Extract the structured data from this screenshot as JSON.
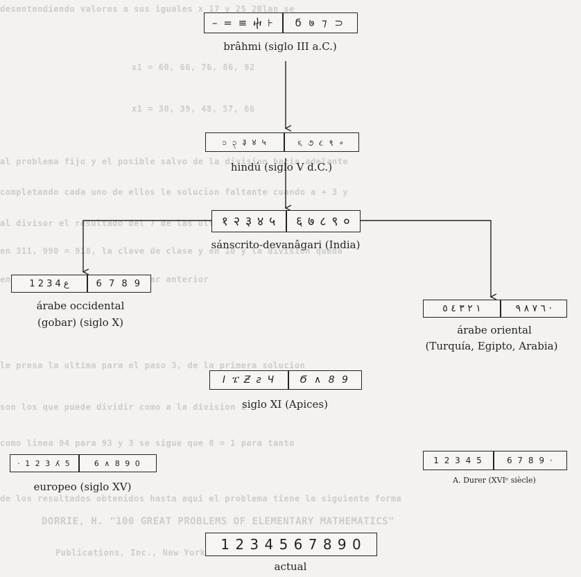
{
  "background_text": [
    "desentendiendo valores a sus iguales x 17 y 25 2Blan se",
    "x1 = 60, 66, 76, 86, 92",
    "x1 = 30, 39, 48, 57, 66",
    "al problema fijo y el posible salvo de la division hacia adelante",
    "completando cada uno de ellos le solucion faltante cuando a + 3 y",
    "al divisor el resultado del 7 de las ultimas de este caso es = 94",
    "en 311, 990 = 918, la clave de clase y en 10 y la division queda",
    "en el siguiente orden de lugar anterior",
    "le presa la ultima para el paso 3, de la primera solucion",
    "son los que puede dividir como a la division 2",
    "como linea 94 para 93 y 3 se sigue que 8 = 1 para tanto",
    "de los resultados obtenidos hasta aqui el problema tiene la siguiente forma",
    "DORRIE, H. \"100 GREAT PROBLEMS OF ELEMENTARY MATHEMATICS\"",
    "Publications, Inc., New York"
  ],
  "numeral_systems": {
    "brahmi": {
      "caption": "brâhmi (siglo III a.C.)",
      "glyphs_left": "– = ≡ ⴕ ⊦",
      "glyphs_right": "ϭ ७ ⁊ ⊃"
    },
    "hindu": {
      "caption": "hindú (siglo V d.C.)",
      "glyphs_left": "၁ ၃ ३ ४ ५",
      "glyphs_right": "૬ ૭ ૮ ९ ∘"
    },
    "sanscrito": {
      "caption": "sánscrito-devanâgari (India)",
      "glyphs_left": "१ २ ३ ४ ५",
      "glyphs_right": "६ ७ ८ ९ ०"
    },
    "arabe_occidental": {
      "caption_line1": "árabe occidental",
      "caption_line2": "(gobar) (siglo X)",
      "glyphs_left": "1 2 3 ع 4",
      "glyphs_right": "6 7 8 9"
    },
    "arabe_oriental": {
      "caption_line1": "árabe oriental",
      "caption_line2": "(Turquía, Egipto, Arabia)",
      "glyphs_left": "١ ٢ ٣ ٤ ٥",
      "glyphs_right": "٦ ٧ ٨ ٩ ·"
    },
    "apices": {
      "caption": "siglo XI (Apices)",
      "glyphs_left": "I ፔ Ƶ ƨ Ч",
      "glyphs_right": "Ϭ ∧ 8 9"
    },
    "europeo": {
      "caption": "europeo (siglo XV)",
      "glyphs_left": "· 1 2 3 ʎ 5",
      "glyphs_right": "6 ∧ 8 9 0"
    },
    "durer": {
      "caption": "A. Durer (XVIᵉ siècle)",
      "glyphs_left": "1 2 3 4 5",
      "glyphs_right": "6 7 8 9 ·"
    },
    "actual": {
      "caption": "actual",
      "glyphs": "1 2 3 4 5 6 7 8 9 0"
    }
  }
}
